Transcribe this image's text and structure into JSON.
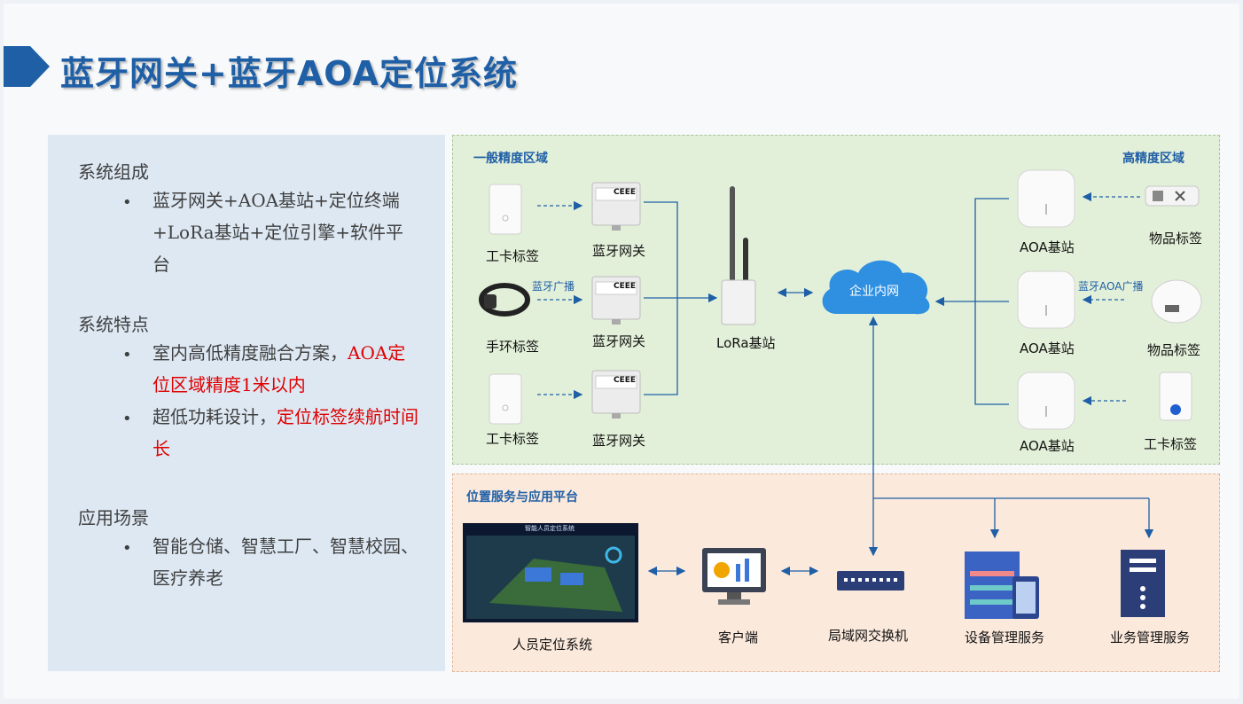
{
  "title": "蓝牙网关+蓝牙AOA定位系统",
  "left_panel": {
    "composition": {
      "heading": "系统组成",
      "items": [
        "蓝牙网关+AOA基站+定位终端+LoRa基站+定位引擎+软件平台"
      ]
    },
    "features": {
      "heading": "系统特点",
      "item1_black": "室内高低精度融合方案，",
      "item1_red": "AOA定位区域精度1米以内",
      "item2_black": "超低功耗设计，",
      "item2_red": "定位标签续航时间长"
    },
    "scenarios": {
      "heading": "应用场景",
      "items": [
        "智能仓储、智慧工厂、智慧校园、医疗养老"
      ]
    },
    "bullet": "•"
  },
  "green_zone": {
    "label_left": "一般精度区域",
    "label_right": "高精度区域",
    "left_tags": [
      "工卡标签",
      "手环标签",
      "工卡标签"
    ],
    "gateways": [
      "蓝牙网关",
      "蓝牙网关",
      "蓝牙网关"
    ],
    "gateway_device_text": "CEEE",
    "bluetooth_broadcast": "蓝牙广播",
    "lora": "LoRa基站",
    "cloud": "企业内网",
    "aoa_stations": [
      "AOA基站",
      "AOA基站",
      "AOA基站"
    ],
    "aoa_broadcast": "蓝牙AOA广播",
    "right_tags": [
      "物品标签",
      "物品标签",
      "工卡标签"
    ]
  },
  "peach_zone": {
    "label": "位置服务与应用平台",
    "screen_title": "智能人员定位系统",
    "items": [
      "人员定位系统",
      "客户端",
      "局域网交换机",
      "设备管理服务",
      "业务管理服务"
    ]
  },
  "colors": {
    "title": "#1f5fa6",
    "accent": "#1f5fa6",
    "arrow": "#1f5fa6",
    "red": "#e00000",
    "green_bg": "#e3f0d9",
    "peach_bg": "#fbe9dc",
    "panel_bg": "#dde8f3",
    "cloud": "#2f8fe0"
  },
  "icons": [
    "title-chevron-icon",
    "card-tag-icon",
    "wristband-icon",
    "gateway-icon",
    "lora-station-icon",
    "cloud-icon",
    "aoa-station-icon",
    "item-tag-icon",
    "round-tag-icon",
    "screen-icon",
    "client-monitor-icon",
    "switch-icon",
    "server-icon",
    "business-server-icon"
  ]
}
